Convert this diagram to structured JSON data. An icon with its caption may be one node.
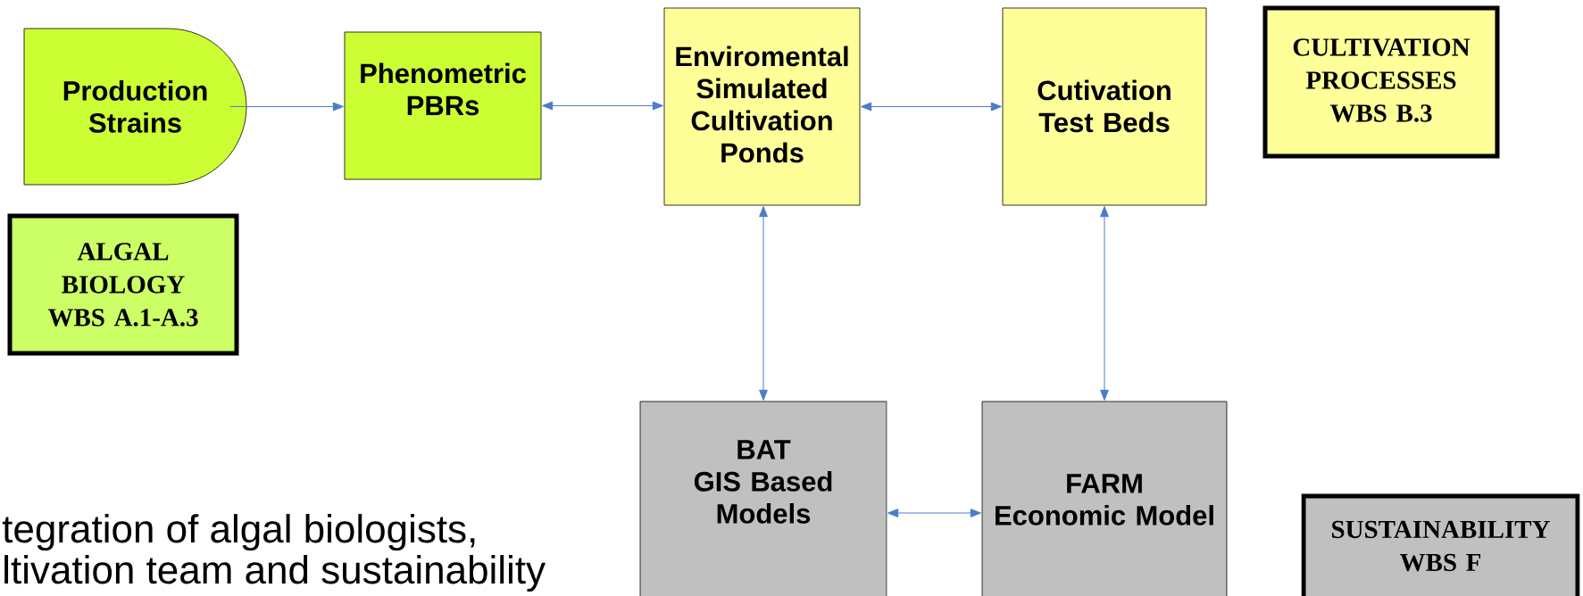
{
  "diagram": {
    "nodes": [
      {
        "text": [
          "Production Strains"
        ]
      },
      {
        "text": [
          "Phenometric PBRs"
        ]
      },
      {
        "text": [
          "Enviromental Simulated Cultivation Ponds"
        ]
      },
      {
        "text": [
          "Cutivation Test Beds"
        ]
      },
      {
        "text": [
          "CULTIVATION PROCESSES WBS B.3"
        ]
      },
      {
        "text": [
          "ALGAL BIOLOGY WBS A.1-A.3"
        ]
      },
      {
        "text": [
          "BAT",
          "GIS Based Models"
        ]
      },
      {
        "text": [
          "FARM",
          "Economic Model"
        ]
      },
      {
        "text": [
          "SUSTAINABILITY WBS F"
        ]
      }
    ],
    "edges": [
      {
        "from": 0,
        "to": 1,
        "arrow": "to"
      },
      {
        "from": 1,
        "to": 2,
        "arrow": "both"
      },
      {
        "from": 2,
        "to": 3,
        "arrow": "both"
      },
      {
        "from": 2,
        "to": 6,
        "arrow": "both"
      },
      {
        "from": 3,
        "to": 7,
        "arrow": "both"
      },
      {
        "from": 6,
        "to": 7,
        "arrow": "both"
      }
    ],
    "labels": [
      "tegration of algal biologists,",
      "ltivation team and sustainability"
    ]
  }
}
